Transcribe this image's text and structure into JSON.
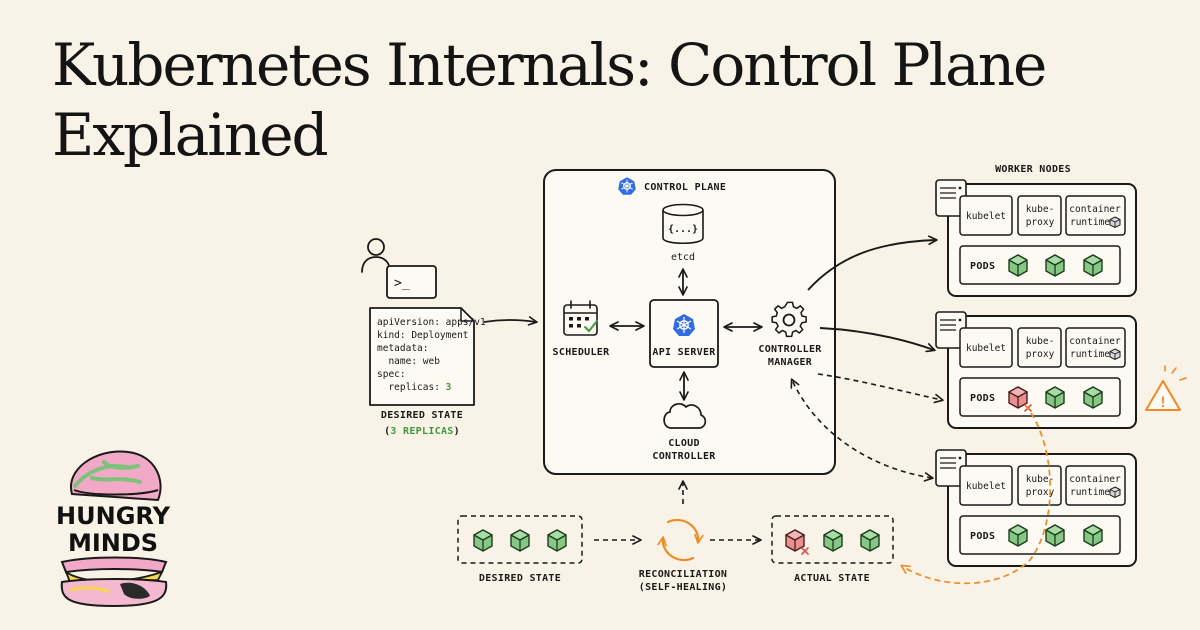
{
  "title": {
    "line1": "Kubernetes Internals: Control Plane",
    "line2": "Explained"
  },
  "colors": {
    "background": "#f9f2e6",
    "k8s_blue": "#326ce5",
    "healthy_green": "#7cc27a",
    "failed_red": "#e8868a",
    "orange_accent": "#f08a24",
    "ink": "#1a1a1a"
  },
  "user": {
    "terminal_prompt": ">_",
    "manifest_lines": [
      "apiVersion: apps/v1",
      "kind: Deployment",
      "metadata:",
      "  name: web",
      "spec:",
      "  replicas: "
    ],
    "manifest_replicas": "3",
    "desired_state_label": "DESIRED STATE",
    "replicas_note_open": "(",
    "replicas_note_count": "3 REPLICAS",
    "replicas_note_close": ")"
  },
  "control_plane": {
    "title": "CONTROL PLANE",
    "etcd_label": "etcd",
    "etcd_icon_text": "{...}",
    "scheduler_label": "SCHEDULER",
    "api_server_label": "API SERVER",
    "controller_manager_line1": "CONTROLLER",
    "controller_manager_line2": "MANAGER",
    "cloud_controller_line1": "CLOUD",
    "cloud_controller_line2": "CONTROLLER"
  },
  "worker_nodes": {
    "title": "WORKER NODES",
    "nodes": [
      {
        "kubelet": "kubelet",
        "kube_proxy_1": "kube-",
        "kube_proxy_2": "proxy",
        "runtime_1": "container",
        "runtime_2": "runtime",
        "pods_label": "PODS",
        "pods": [
          "healthy",
          "healthy",
          "healthy"
        ]
      },
      {
        "kubelet": "kubelet",
        "kube_proxy_1": "kube-",
        "kube_proxy_2": "proxy",
        "runtime_1": "container",
        "runtime_2": "runtime",
        "pods_label": "PODS",
        "pods": [
          "failed",
          "healthy",
          "healthy"
        ]
      },
      {
        "kubelet": "kubelet",
        "kube_proxy_1": "kube-",
        "kube_proxy_2": "proxy",
        "runtime_1": "container",
        "runtime_2": "runtime",
        "pods_label": "PODS",
        "pods": [
          "healthy",
          "healthy",
          "healthy"
        ]
      }
    ],
    "warning_icon": "!"
  },
  "reconciliation": {
    "desired_label": "DESIRED STATE",
    "loop_line1": "RECONCILIATION",
    "loop_line2": "(SELF-HEALING)",
    "actual_label": "ACTUAL STATE",
    "desired_pods": [
      "healthy",
      "healthy",
      "healthy"
    ],
    "actual_pods": [
      "failed",
      "healthy",
      "healthy"
    ]
  },
  "logo": {
    "line1": "HUNGRY",
    "line2": "MINDS"
  }
}
